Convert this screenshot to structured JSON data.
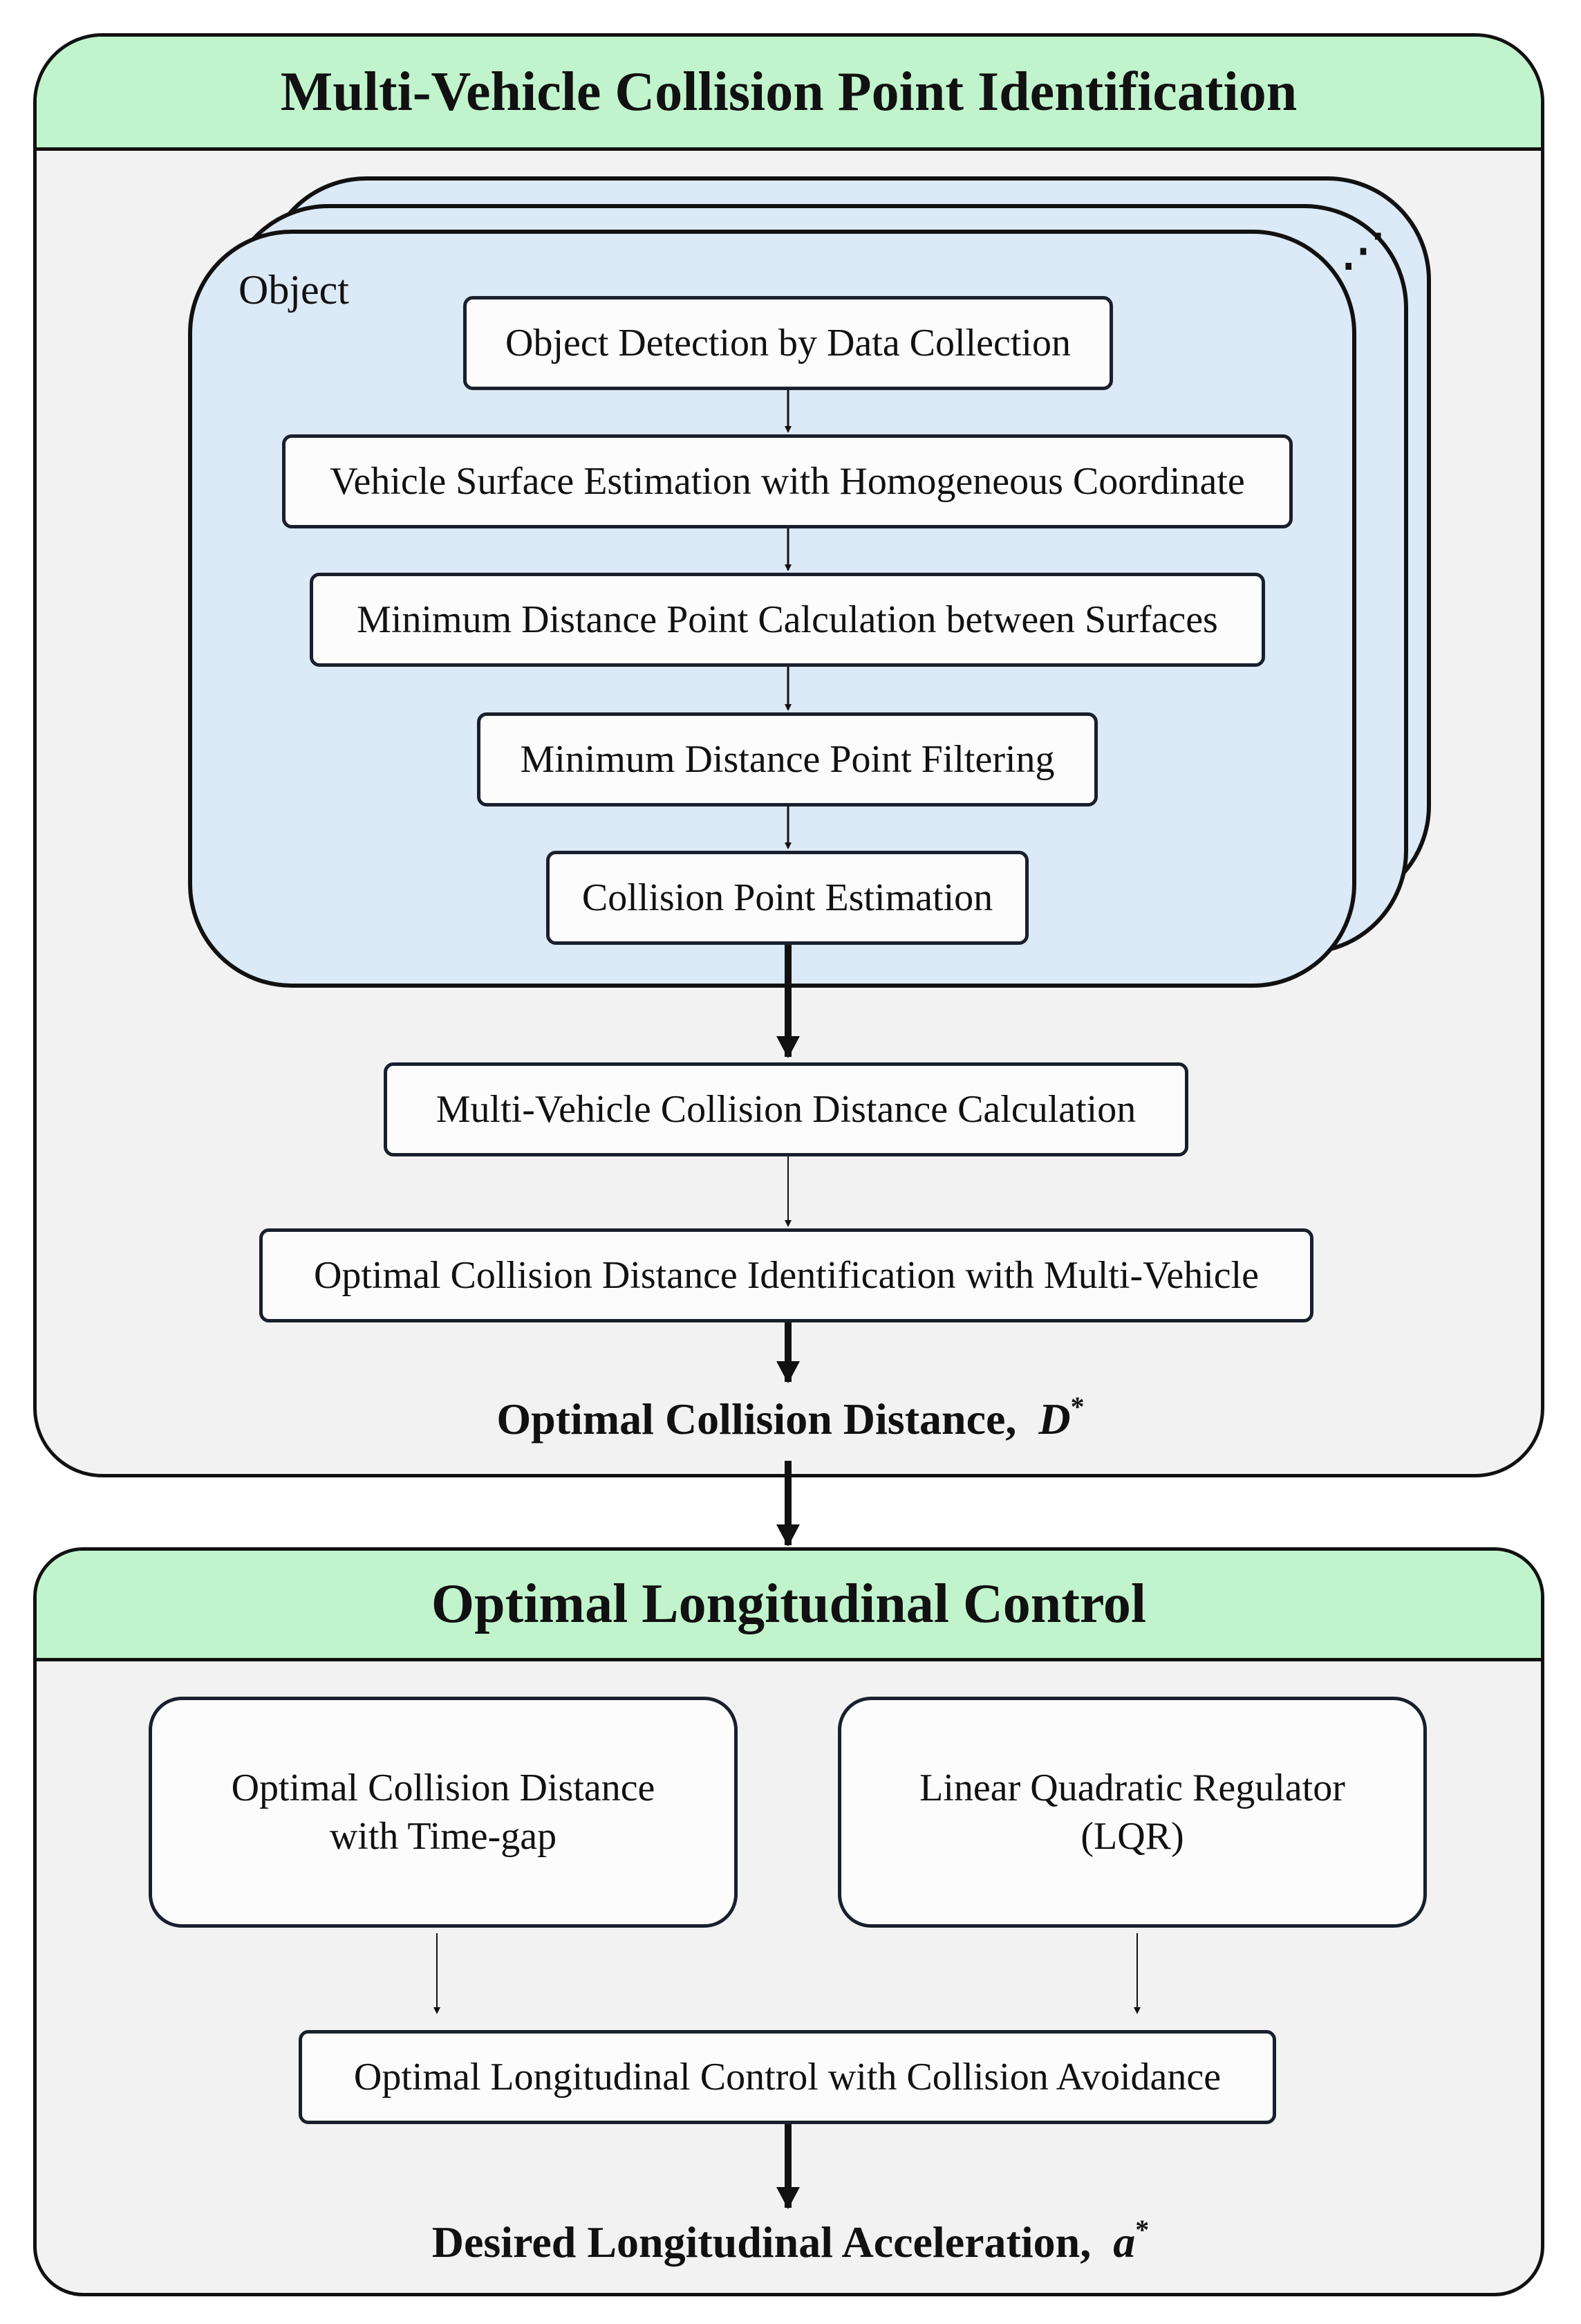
{
  "top_panel": {
    "title": "Multi-Vehicle Collision Point Identification",
    "stack_label": "Object",
    "stack_ellipsis": "⋰",
    "steps": [
      "Object Detection by Data Collection",
      "Vehicle Surface Estimation with Homogeneous Coordinate",
      "Minimum Distance Point Calculation between Surfaces",
      "Minimum Distance Point Filtering",
      "Collision Point Estimation"
    ],
    "multi_vehicle_step": "Multi-Vehicle Collision Distance Calculation",
    "optimal_step": "Optimal Collision Distance Identification with Multi-Vehicle",
    "output": {
      "text": "Optimal Collision Distance,",
      "symbol": "D",
      "superscript": "*"
    }
  },
  "bottom_panel": {
    "title": "Optimal Longitudinal Control",
    "left_block": {
      "line1": "Optimal Collision Distance",
      "line2": "with Time-gap"
    },
    "right_block": {
      "line1": "Linear Quadratic Regulator",
      "line2": "(LQR)"
    },
    "combined_step": "Optimal Longitudinal Control with Collision Avoidance",
    "output": {
      "text": "Desired Longitudinal Acceleration,",
      "symbol": "a",
      "superscript": "*"
    }
  },
  "colors": {
    "header_fill": "#c1f4cc",
    "panel_fill": "#f2f2f2",
    "object_stack_fill": "#dce9f6",
    "box_fill": "#fcfcfc",
    "stroke": "#111111"
  }
}
